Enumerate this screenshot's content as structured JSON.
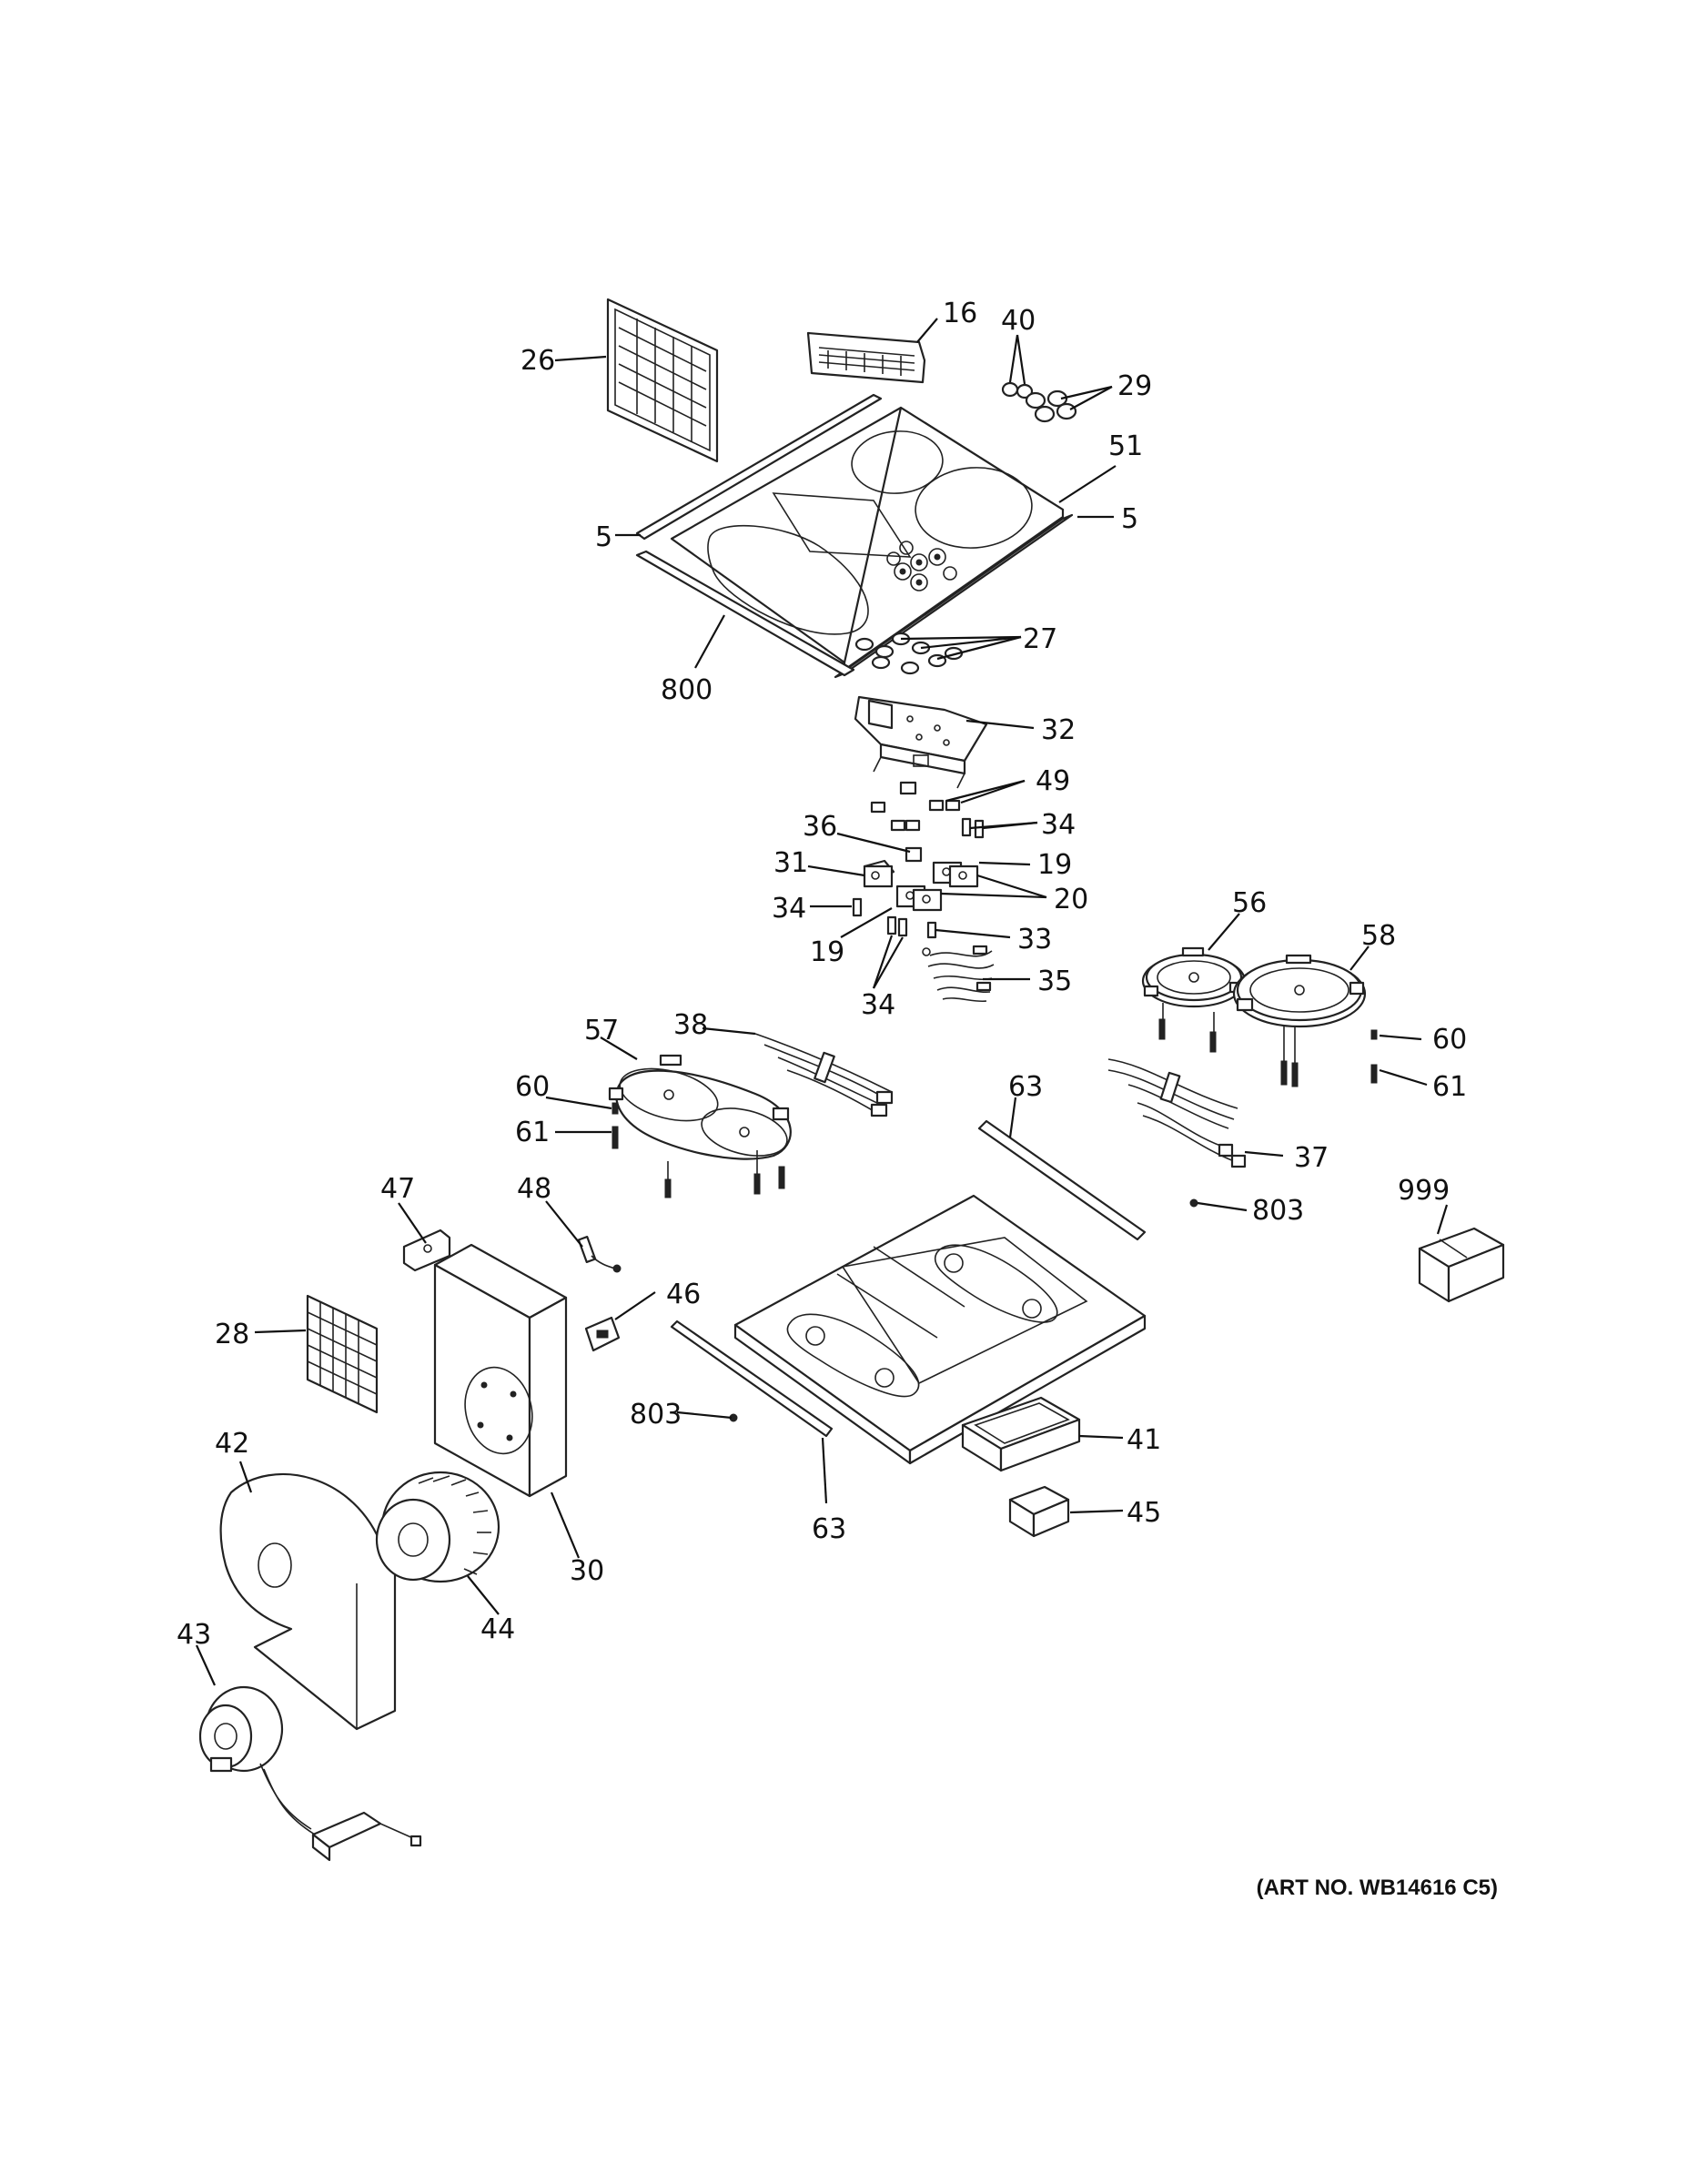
{
  "diagram": {
    "art_number": "(ART NO. WB14616 C5)",
    "callouts": [
      "16",
      "40",
      "26",
      "29",
      "51",
      "5",
      "5",
      "27",
      "800",
      "32",
      "49",
      "34",
      "36",
      "19",
      "31",
      "20",
      "34",
      "33",
      "19",
      "35",
      "34",
      "56",
      "58",
      "38",
      "57",
      "60",
      "60",
      "61",
      "63",
      "61",
      "37",
      "47",
      "48",
      "803",
      "999",
      "46",
      "28",
      "803",
      "41",
      "42",
      "63",
      "45",
      "30",
      "44",
      "43"
    ]
  }
}
